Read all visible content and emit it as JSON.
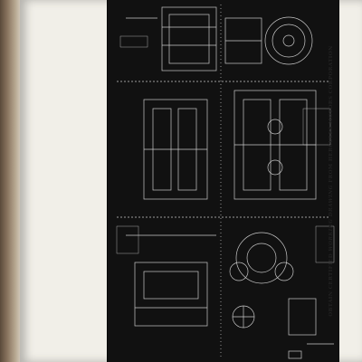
{
  "caption": {
    "prefix": "OBTAIN CERTIFIED ",
    "emphasis": "WORKING DRAWING",
    "suffix": " FROM HERCULES MOTORS CORPORATION"
  },
  "colors": {
    "page": "#f1efe8",
    "blueprint_background": "#111111",
    "line_work": "#e8e8e8",
    "caption_text": "#222222"
  }
}
